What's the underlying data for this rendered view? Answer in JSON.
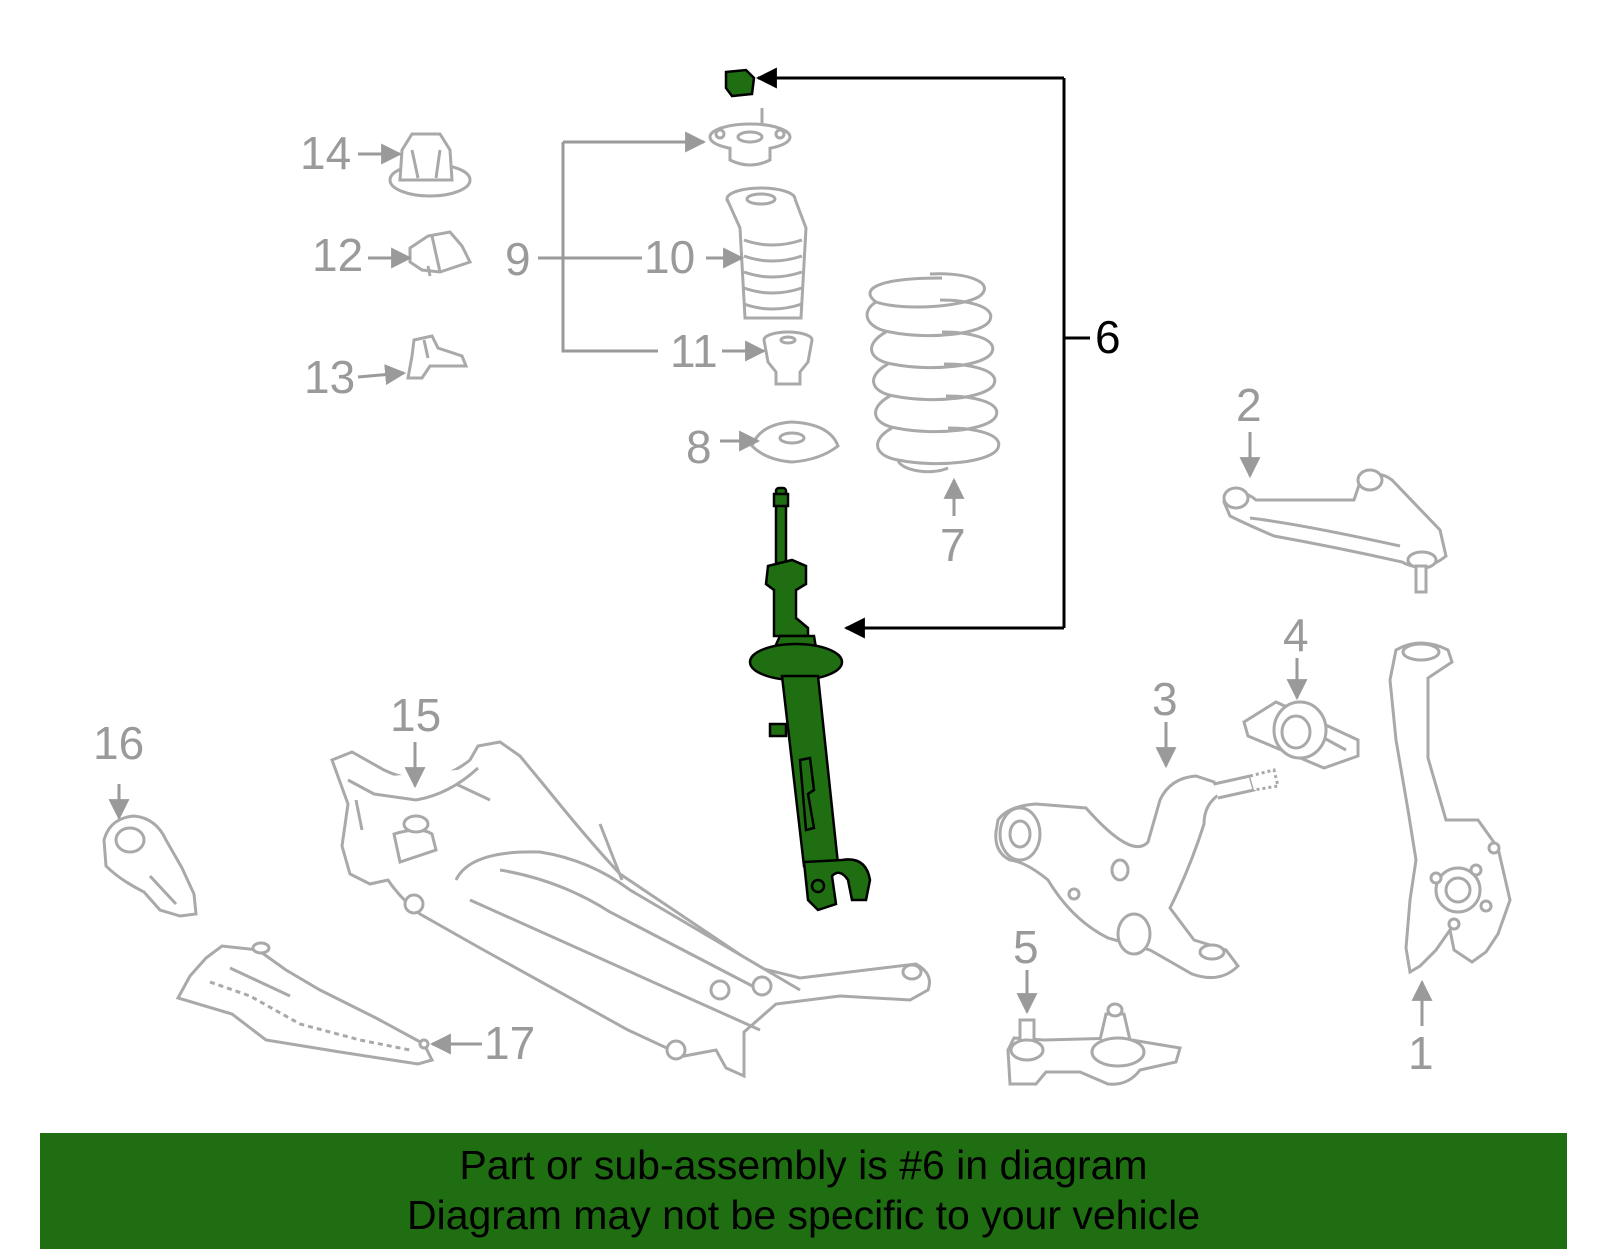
{
  "callouts": {
    "n1": "1",
    "n2": "2",
    "n3": "3",
    "n4": "4",
    "n5": "5",
    "n6": "6",
    "n7": "7",
    "n8": "8",
    "n9": "9",
    "n10": "10",
    "n11": "11",
    "n12": "12",
    "n13": "13",
    "n14": "14",
    "n15": "15",
    "n16": "16",
    "n17": "17"
  },
  "highlight_part": "6",
  "colors": {
    "highlight": "#1f6e12",
    "outline": "#a9a9a9",
    "leader_active": "#000000",
    "banner": "#1f6e12"
  },
  "banner": {
    "line1": "Part or sub-assembly is #6 in diagram",
    "line2": "Diagram may not be specific to your vehicle"
  }
}
